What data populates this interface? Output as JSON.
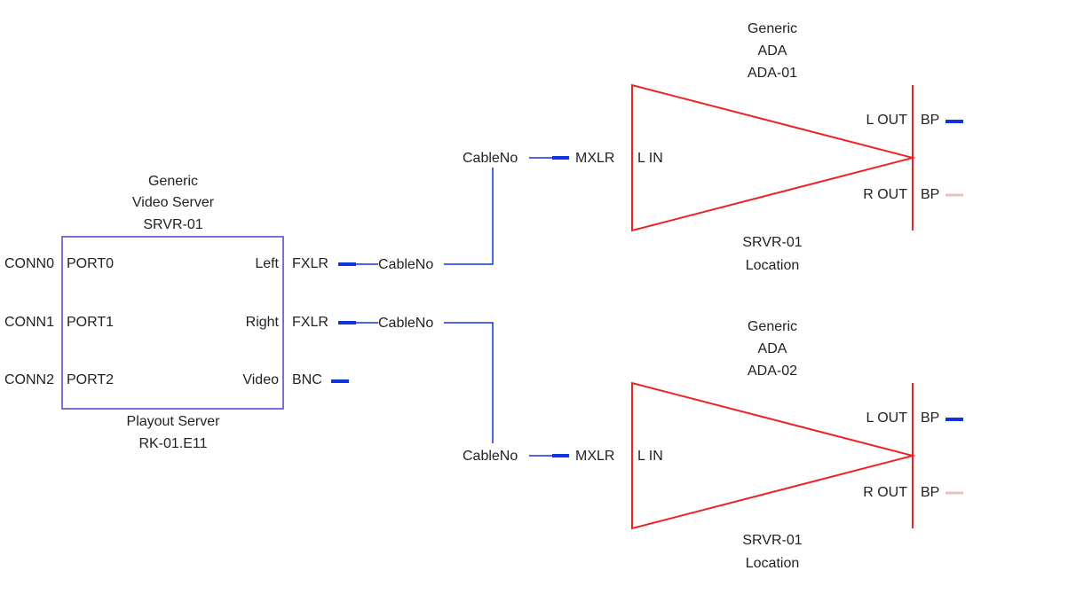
{
  "colors": {
    "server_box": "#7b6fd6",
    "ada": "#ee2222",
    "wire": "#1133dd",
    "bp_faded": "#f0c0b8",
    "text": "#222222"
  },
  "server": {
    "header": [
      "Generic",
      "Video Server",
      "SRVR-01"
    ],
    "footer": [
      "Playout Server",
      "RK-01.E11"
    ],
    "left_ports": [
      "PORT0",
      "PORT1",
      "PORT2"
    ],
    "conns": [
      "CONN0",
      "CONN1",
      "CONN2"
    ],
    "right_ports": [
      "Left",
      "Right",
      "Video"
    ],
    "connectors": [
      "FXLR",
      "FXLR",
      "BNC"
    ]
  },
  "cables": {
    "label": "CableNo"
  },
  "adas": [
    {
      "header": [
        "Generic",
        "ADA",
        "ADA-01"
      ],
      "footer": [
        "SRVR-01",
        "Location"
      ],
      "input_connector": "MXLR",
      "input_label": "L IN",
      "outputs": [
        {
          "label": "L OUT",
          "connector": "BP"
        },
        {
          "label": "R OUT",
          "connector": "BP"
        }
      ]
    },
    {
      "header": [
        "Generic",
        "ADA",
        "ADA-02"
      ],
      "footer": [
        "SRVR-01",
        "Location"
      ],
      "input_connector": "MXLR",
      "input_label": "L IN",
      "outputs": [
        {
          "label": "L OUT",
          "connector": "BP"
        },
        {
          "label": "R OUT",
          "connector": "BP"
        }
      ]
    }
  ]
}
